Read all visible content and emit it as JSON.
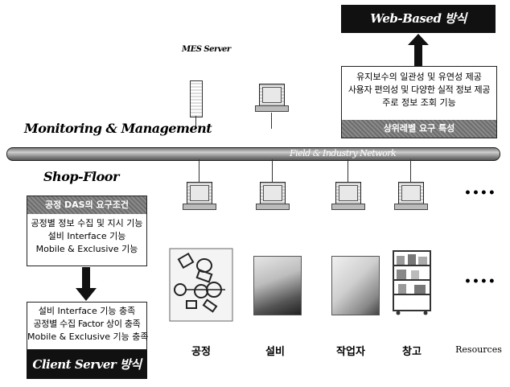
{
  "web_based_label": "Web-Based 방식",
  "mes_server_label": "MES Server",
  "monitoring_label": "Monitoring & Management",
  "shopfloor_label": "Shop-Floor",
  "network_label": "Field & Industry Network",
  "top_requirements": {
    "lines": [
      "유지보수의 일관성 및 유연성 제공",
      "사용자 편의성 및 다양한 실적 정보 제공",
      "주로 정보 조회 기능"
    ],
    "header": "상위레벨 요구 특성"
  },
  "das_requirements": {
    "header": "공정 DAS의 요구조건",
    "lines": [
      "공정별 정보 수집 및 지시 기능",
      "설비 Interface 기능",
      "Mobile & Exclusive 기능"
    ]
  },
  "client_result": {
    "lines": [
      "설비 Interface 기능 충족",
      "공정별 수집 Factor 상이 충족",
      "Mobile & Exclusive 기능 충족"
    ],
    "footer": "Client Server 방식"
  },
  "resources": [
    {
      "label": "공정"
    },
    {
      "label": "설비"
    },
    {
      "label": "작업자"
    },
    {
      "label": "창고"
    },
    {
      "label": "Resources"
    }
  ],
  "ellipsis": "••••"
}
